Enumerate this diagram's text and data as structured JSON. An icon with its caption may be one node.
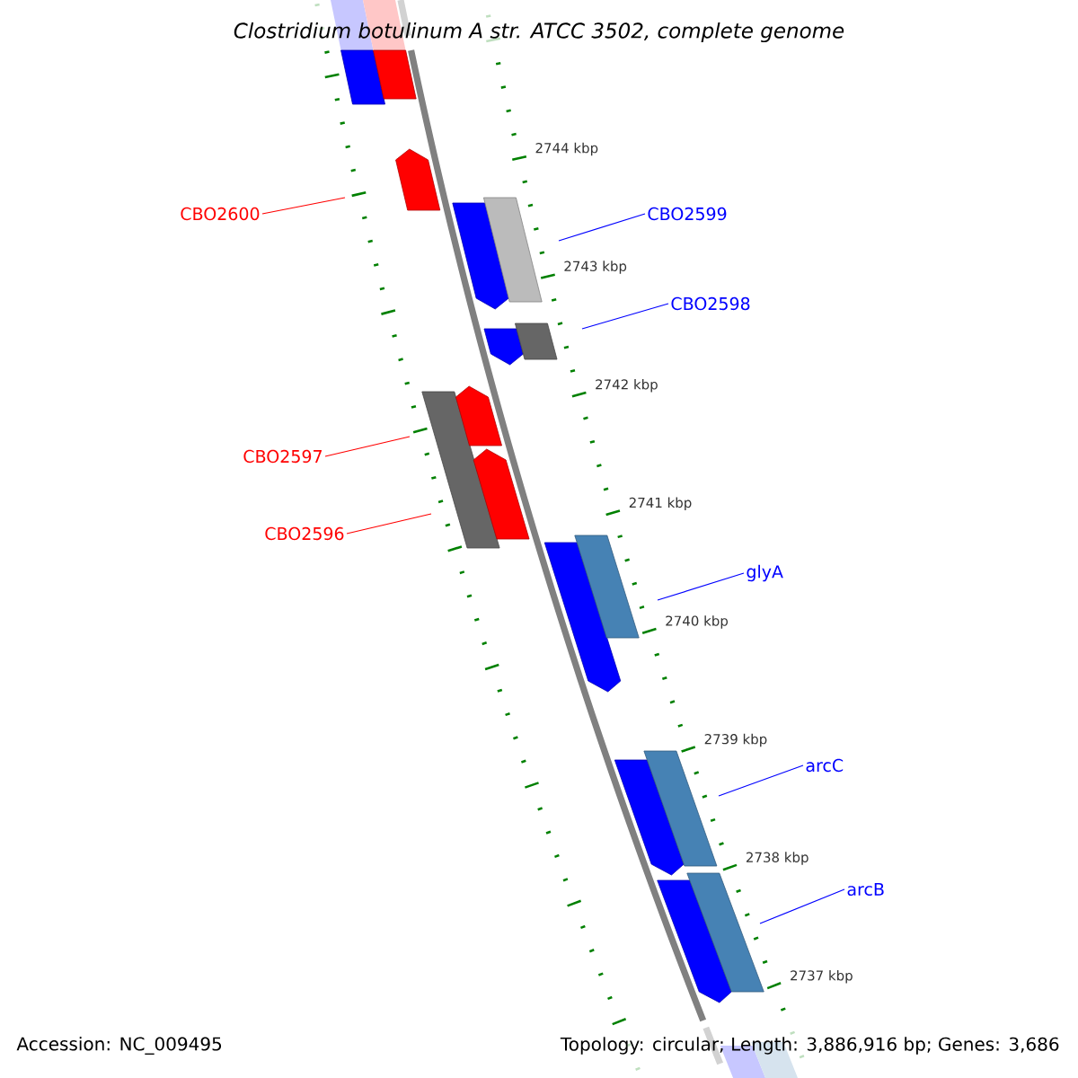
{
  "diagram": {
    "title": "Clostridium botulinum A str. ATCC 3502, complete genome",
    "nodes": [
      {
        "text": [
          "CBO2600"
        ]
      },
      {
        "text": [
          "CBO2599"
        ]
      },
      {
        "text": [
          "CBO2598"
        ]
      },
      {
        "text": [
          "CBO2597"
        ]
      },
      {
        "text": [
          "CBO2596"
        ]
      },
      {
        "text": [
          "glyA"
        ]
      },
      {
        "text": [
          "arcC"
        ]
      },
      {
        "text": [
          "arcB"
        ]
      }
    ],
    "edges": [
      {
        "from": 0,
        "to": null,
        "arrow": "none",
        "color": "#ff0000"
      },
      {
        "from": 1,
        "to": null,
        "arrow": "none"
      },
      {
        "from": 2,
        "to": null,
        "arrow": "none"
      },
      {
        "from": 3,
        "to": null,
        "arrow": "none",
        "color": "#ff0000"
      },
      {
        "from": 4,
        "to": null,
        "arrow": "none",
        "color": "#ff0000"
      },
      {
        "from": 5,
        "to": null,
        "arrow": "none"
      },
      {
        "from": 6,
        "to": null,
        "arrow": "none"
      },
      {
        "from": 7,
        "to": null,
        "arrow": "none"
      }
    ],
    "labels": [
      "2744 kbp",
      "2743 kbp",
      "2742 kbp",
      "2741 kbp",
      "2740 kbp",
      "2739 kbp",
      "2738 kbp",
      "2737 kbp",
      "Accession: NC_009495",
      "Topology: circular; Length: 3,886,916 bp; Genes: 3,686"
    ]
  }
}
